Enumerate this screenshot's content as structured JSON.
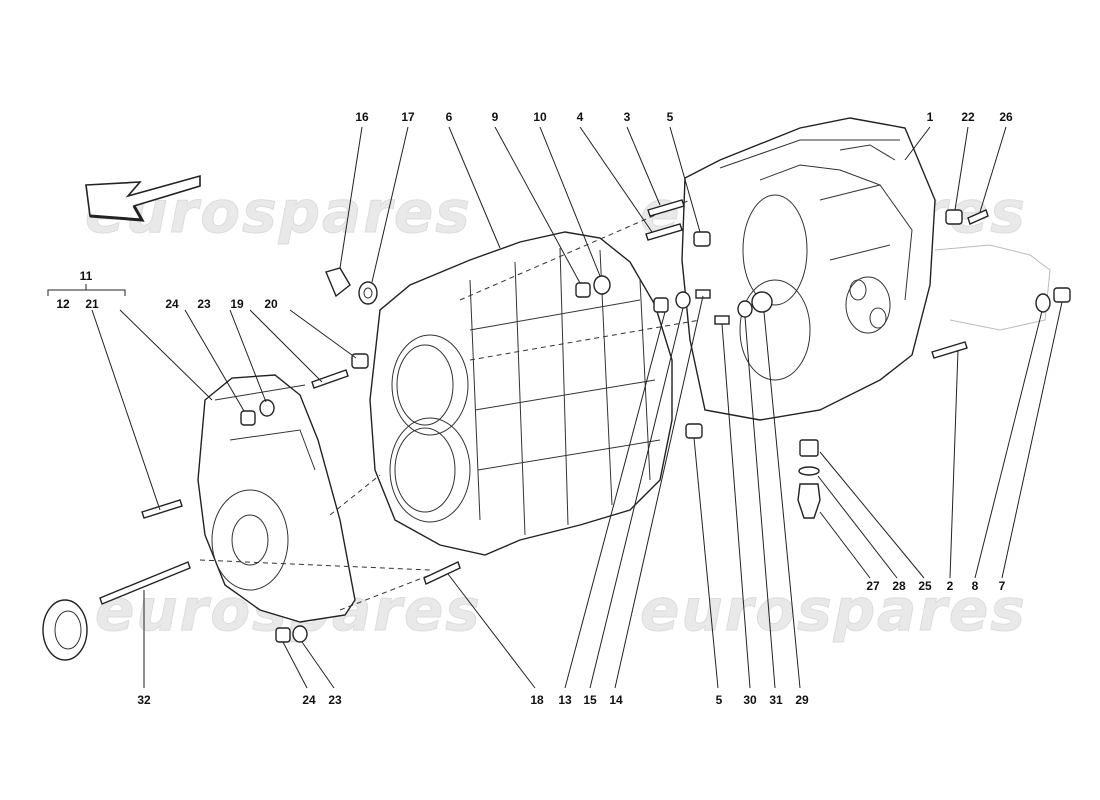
{
  "watermark": {
    "text": "eurospares"
  },
  "callouts": [
    {
      "id": "c16",
      "text": "16"
    },
    {
      "id": "c17",
      "text": "17"
    },
    {
      "id": "c6",
      "text": "6"
    },
    {
      "id": "c9",
      "text": "9"
    },
    {
      "id": "c10",
      "text": "10"
    },
    {
      "id": "c4",
      "text": "4"
    },
    {
      "id": "c3",
      "text": "3"
    },
    {
      "id": "c5a",
      "text": "5"
    },
    {
      "id": "c1",
      "text": "1"
    },
    {
      "id": "c22",
      "text": "22"
    },
    {
      "id": "c26",
      "text": "26"
    },
    {
      "id": "c11",
      "text": "11"
    },
    {
      "id": "c12",
      "text": "12"
    },
    {
      "id": "c21",
      "text": "21"
    },
    {
      "id": "c24a",
      "text": "24"
    },
    {
      "id": "c23a",
      "text": "23"
    },
    {
      "id": "c19",
      "text": "19"
    },
    {
      "id": "c20",
      "text": "20"
    },
    {
      "id": "c27",
      "text": "27"
    },
    {
      "id": "c28",
      "text": "28"
    },
    {
      "id": "c25",
      "text": "25"
    },
    {
      "id": "c2",
      "text": "2"
    },
    {
      "id": "c8",
      "text": "8"
    },
    {
      "id": "c7",
      "text": "7"
    },
    {
      "id": "c32",
      "text": "32"
    },
    {
      "id": "c24b",
      "text": "24"
    },
    {
      "id": "c23b",
      "text": "23"
    },
    {
      "id": "c18",
      "text": "18"
    },
    {
      "id": "c13",
      "text": "13"
    },
    {
      "id": "c15",
      "text": "15"
    },
    {
      "id": "c14",
      "text": "14"
    },
    {
      "id": "c5b",
      "text": "5"
    },
    {
      "id": "c30",
      "text": "30"
    },
    {
      "id": "c31",
      "text": "31"
    },
    {
      "id": "c29",
      "text": "29"
    }
  ],
  "icons": {
    "direction_arrow": "arrow-down-left-icon"
  }
}
